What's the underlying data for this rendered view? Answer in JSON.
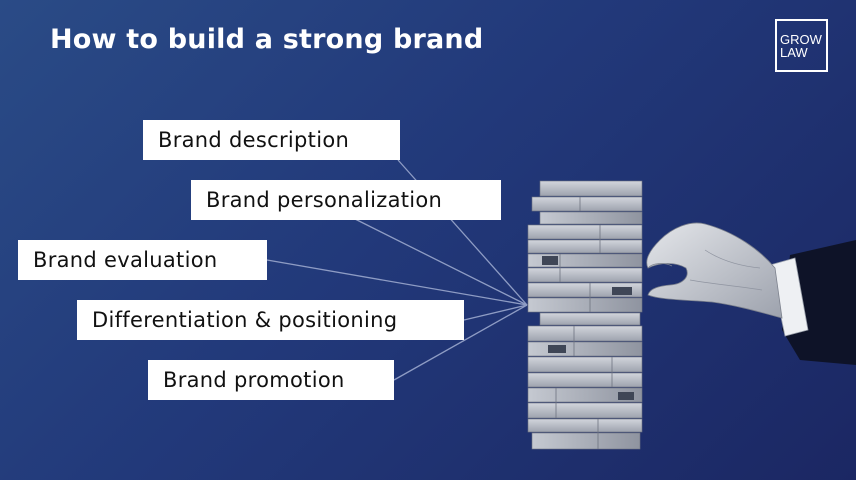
{
  "slide": {
    "title": "How to build a strong brand",
    "logo": {
      "line1": "GROW",
      "line2": "LAW"
    },
    "labels": [
      "Brand description",
      "Brand personalization",
      "Brand evaluation",
      "Differentiation & positioning",
      "Brand promotion"
    ]
  },
  "colors": {
    "background_light": "#2a4b86",
    "background_dark": "#1b2763",
    "label_background": "#ffffff",
    "label_text": "#111111",
    "connector": "#8e9cc4",
    "block": "#b8bcc6"
  }
}
